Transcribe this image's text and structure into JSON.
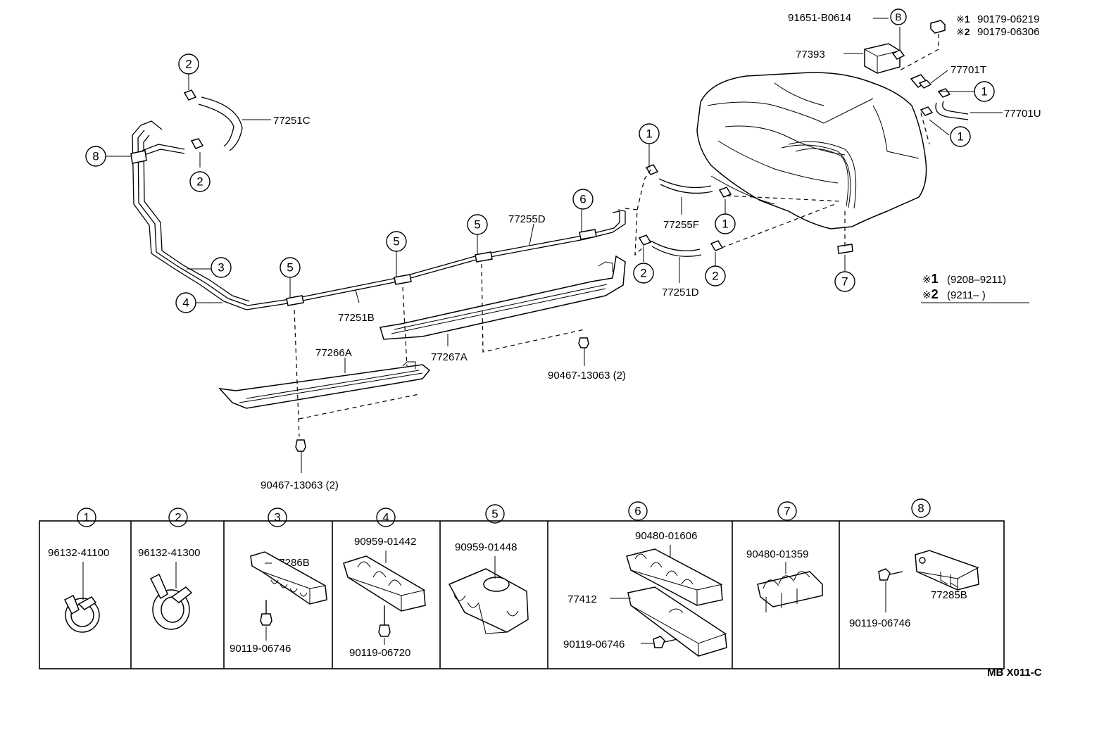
{
  "callouts": {
    "c1": "1",
    "c2": "2",
    "c3": "3",
    "c4": "4",
    "c5": "5",
    "c6": "6",
    "c7": "7",
    "c8": "8",
    "cB": "B"
  },
  "parts": {
    "p_91651": "91651-B0614",
    "p_90179_a": "90179-06219",
    "p_90179_b": "90179-06306",
    "p_77393": "77393",
    "p_77701T": "77701T",
    "p_77701U": "77701U",
    "p_77251C": "77251C",
    "p_77255D": "77255D",
    "p_77255F": "77255F",
    "p_77251D": "77251D",
    "p_77251B": "77251B",
    "p_77266A": "77266A",
    "p_77267A": "77267A",
    "p_90467_right": "90467-13063 (2)",
    "p_90467_left": "90467-13063 (2)"
  },
  "notes": {
    "mark": "※",
    "mark1_num": "1",
    "mark2_num": "2",
    "range1": "(9208–9211)",
    "range2": "(9211–        )"
  },
  "legend": {
    "cells": [
      {
        "num": "1",
        "parts": [
          "96132-41100"
        ]
      },
      {
        "num": "2",
        "parts": [
          "96132-41300"
        ]
      },
      {
        "num": "3",
        "parts": [
          "77286B",
          "90119-06746"
        ]
      },
      {
        "num": "4",
        "parts": [
          "90959-01442",
          "90119-06720"
        ]
      },
      {
        "num": "5",
        "parts": [
          "90959-01448"
        ]
      },
      {
        "num": "6",
        "parts": [
          "90480-01606",
          "77412",
          "90119-06746"
        ]
      },
      {
        "num": "7",
        "parts": [
          "90480-01359"
        ]
      },
      {
        "num": "8",
        "parts": [
          "90119-06746",
          "77285B"
        ]
      }
    ]
  },
  "footer": {
    "code": "MB X011-C"
  }
}
